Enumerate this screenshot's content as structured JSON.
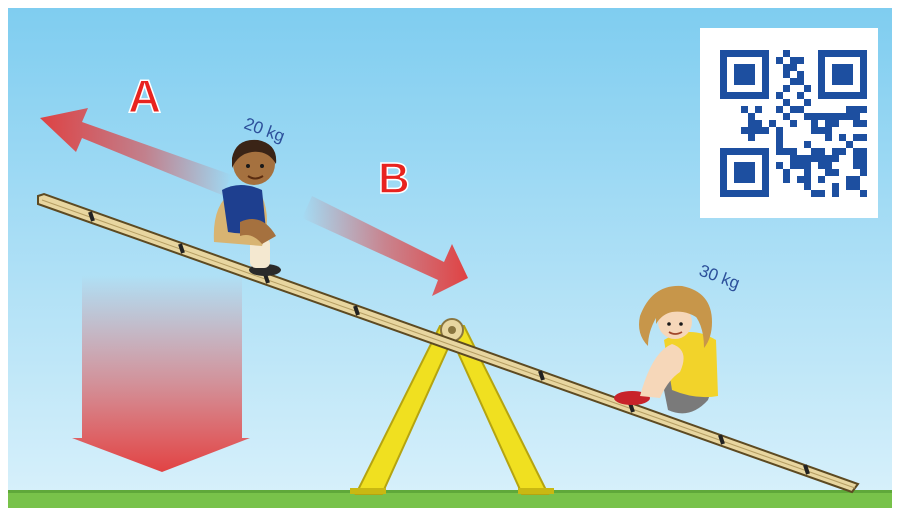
{
  "labels": {
    "arrow_a": "A",
    "arrow_b": "B",
    "boy_weight": "20 kg",
    "girl_weight": "30 kg"
  },
  "colors": {
    "sky_top": "#7fcdf0",
    "sky_bottom": "#d7f0fb",
    "grass": "#78c24a",
    "plank": "#e8d6a0",
    "stand": "#f0e020",
    "arrow_red": "#e23a3a",
    "label_red": "#e8231f",
    "qr_blue": "#1d4fa0"
  },
  "qr_code": {
    "icon": "qr-code-icon"
  }
}
